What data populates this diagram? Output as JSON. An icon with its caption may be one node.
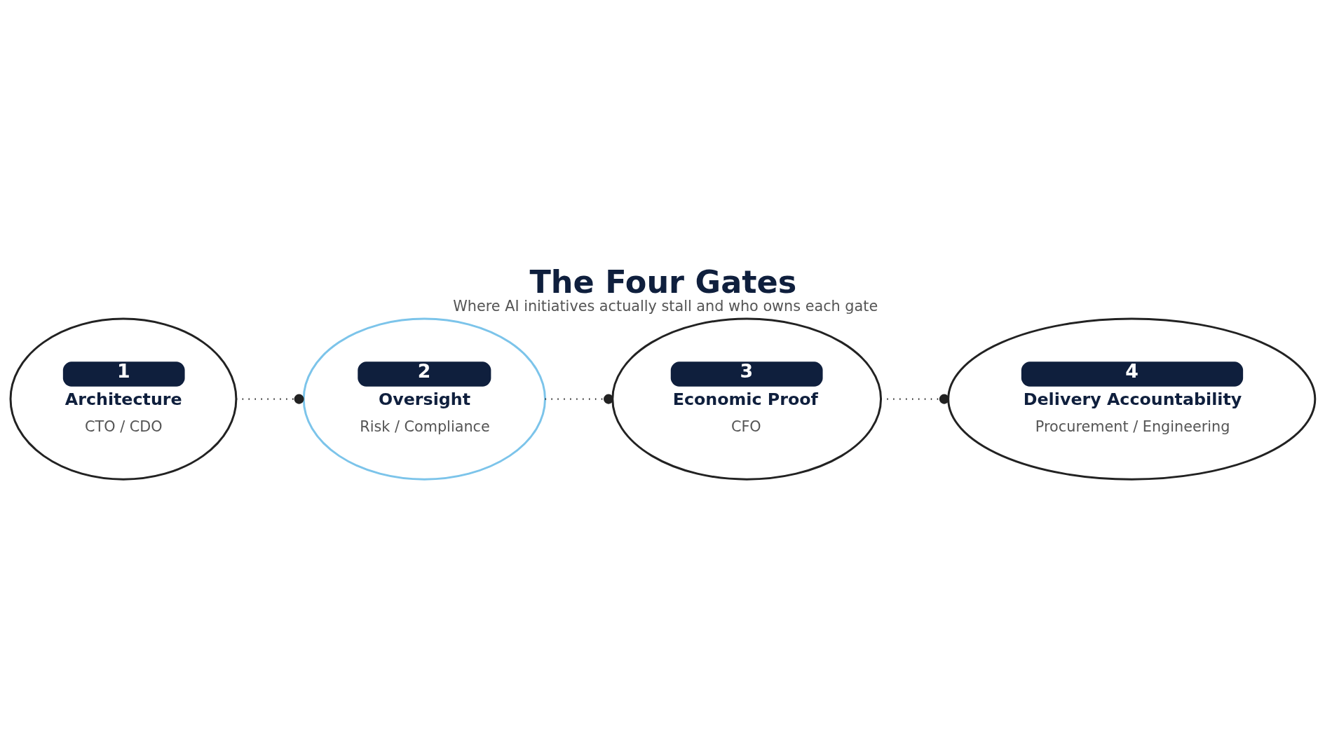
{
  "diagram": {
    "title": "The Four Gates",
    "caption": "Where AI initiatives actually stall and who owns each gate",
    "nodes": [
      {
        "text": [
          "1",
          "Architecture",
          "CTO / CDO"
        ]
      },
      {
        "text": [
          "2",
          "Oversight",
          "Risk / Compliance"
        ]
      },
      {
        "text": [
          "3",
          "Economic Proof",
          "CFO"
        ]
      },
      {
        "text": [
          "4",
          "Delivery Accountability",
          "Procurement / Engineering"
        ]
      }
    ],
    "edges": [
      {
        "from": 0,
        "to": 1,
        "arrow": "other",
        "style": "dashed"
      },
      {
        "from": 1,
        "to": 2,
        "arrow": "other",
        "style": "dashed"
      },
      {
        "from": 2,
        "to": 3,
        "arrow": "other",
        "style": "dashed"
      }
    ]
  }
}
